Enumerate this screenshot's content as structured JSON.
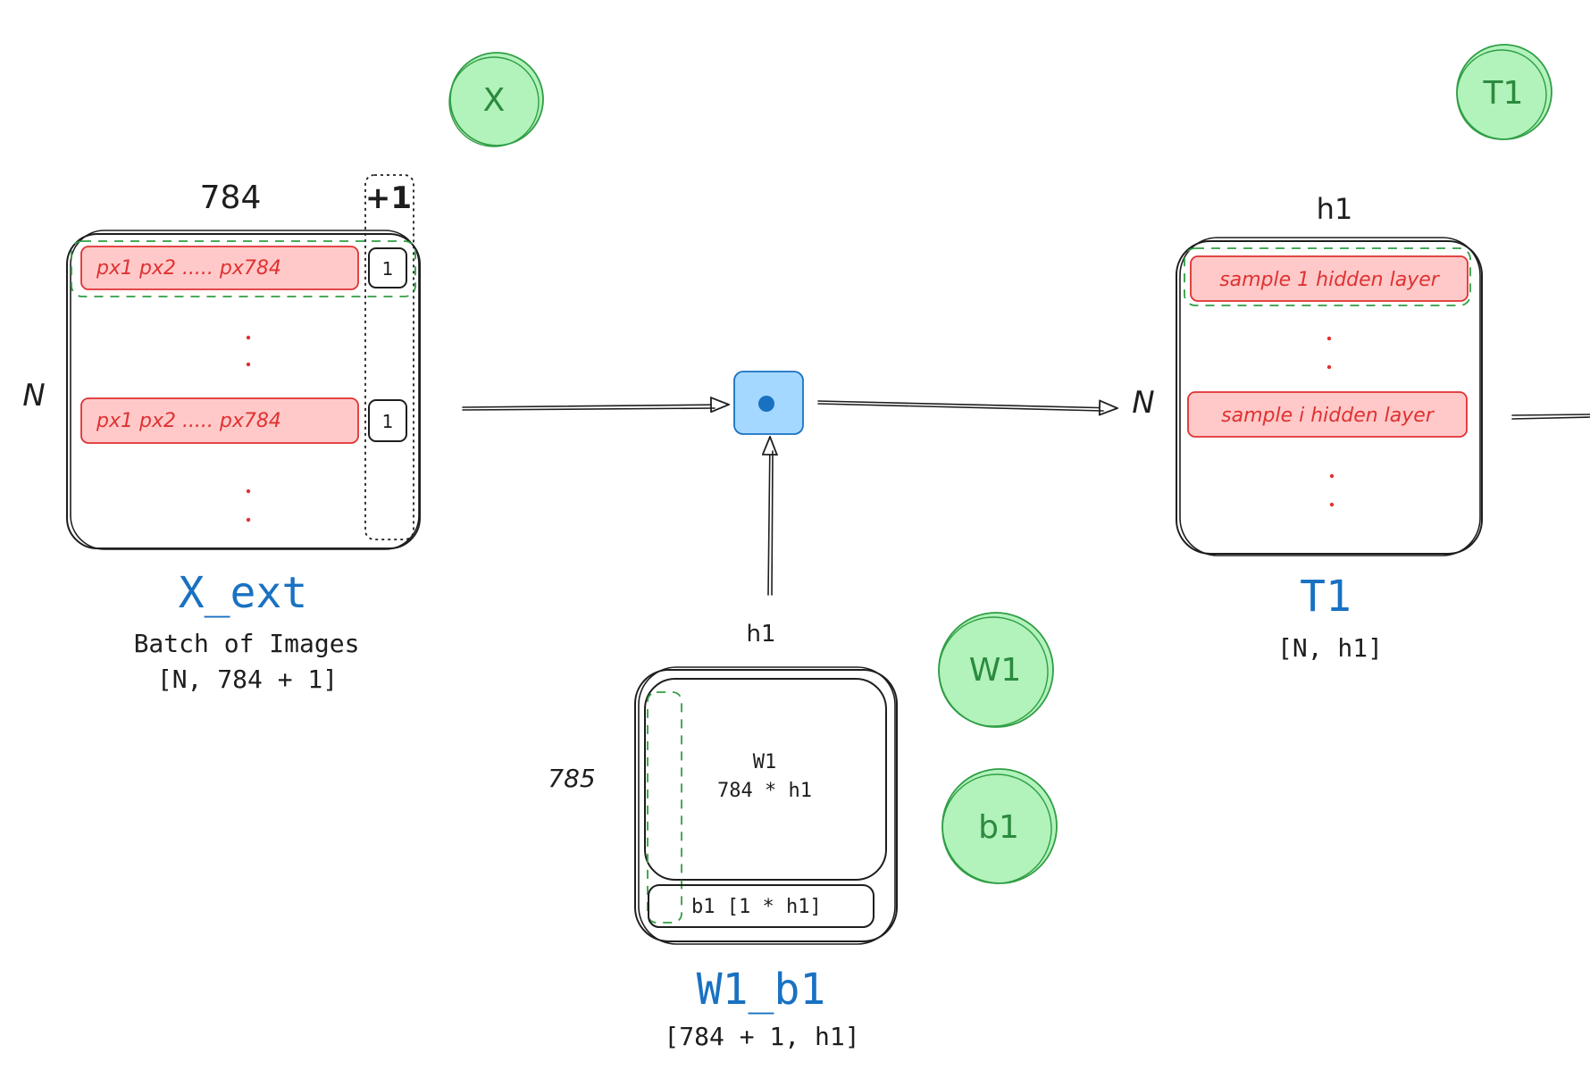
{
  "badges": {
    "x": "X",
    "t1": "T1",
    "w1": "W1",
    "b1": "b1"
  },
  "x_ext": {
    "cols_label": "784",
    "bias_label": "+1",
    "rows_label": "N",
    "row_text": "px1 px2 ..... px784",
    "row_bias_value": "1",
    "title": "X_ext",
    "subtitle": "Batch of Images",
    "shape": "[N, 784 + 1]"
  },
  "operator": {
    "symbol": "•"
  },
  "w1_b1": {
    "cols_label": "h1",
    "rows_label": "785",
    "inner_name": "W1",
    "inner_shape": "784 * h1",
    "bias_row": "b1 [1 * h1]",
    "title": "W1_b1",
    "shape": "[784 + 1, h1]"
  },
  "t1": {
    "cols_label": "h1",
    "rows_label": "N",
    "row1_text": "sample 1 hidden layer",
    "rowi_text": "sample i hidden layer",
    "title": "T1",
    "shape": "[N, h1]"
  },
  "colors": {
    "title_blue": "#1971c2",
    "badge_green": "#b2f2bb",
    "row_red": "#ffc9c9",
    "operator_blue": "#a5d8ff"
  }
}
